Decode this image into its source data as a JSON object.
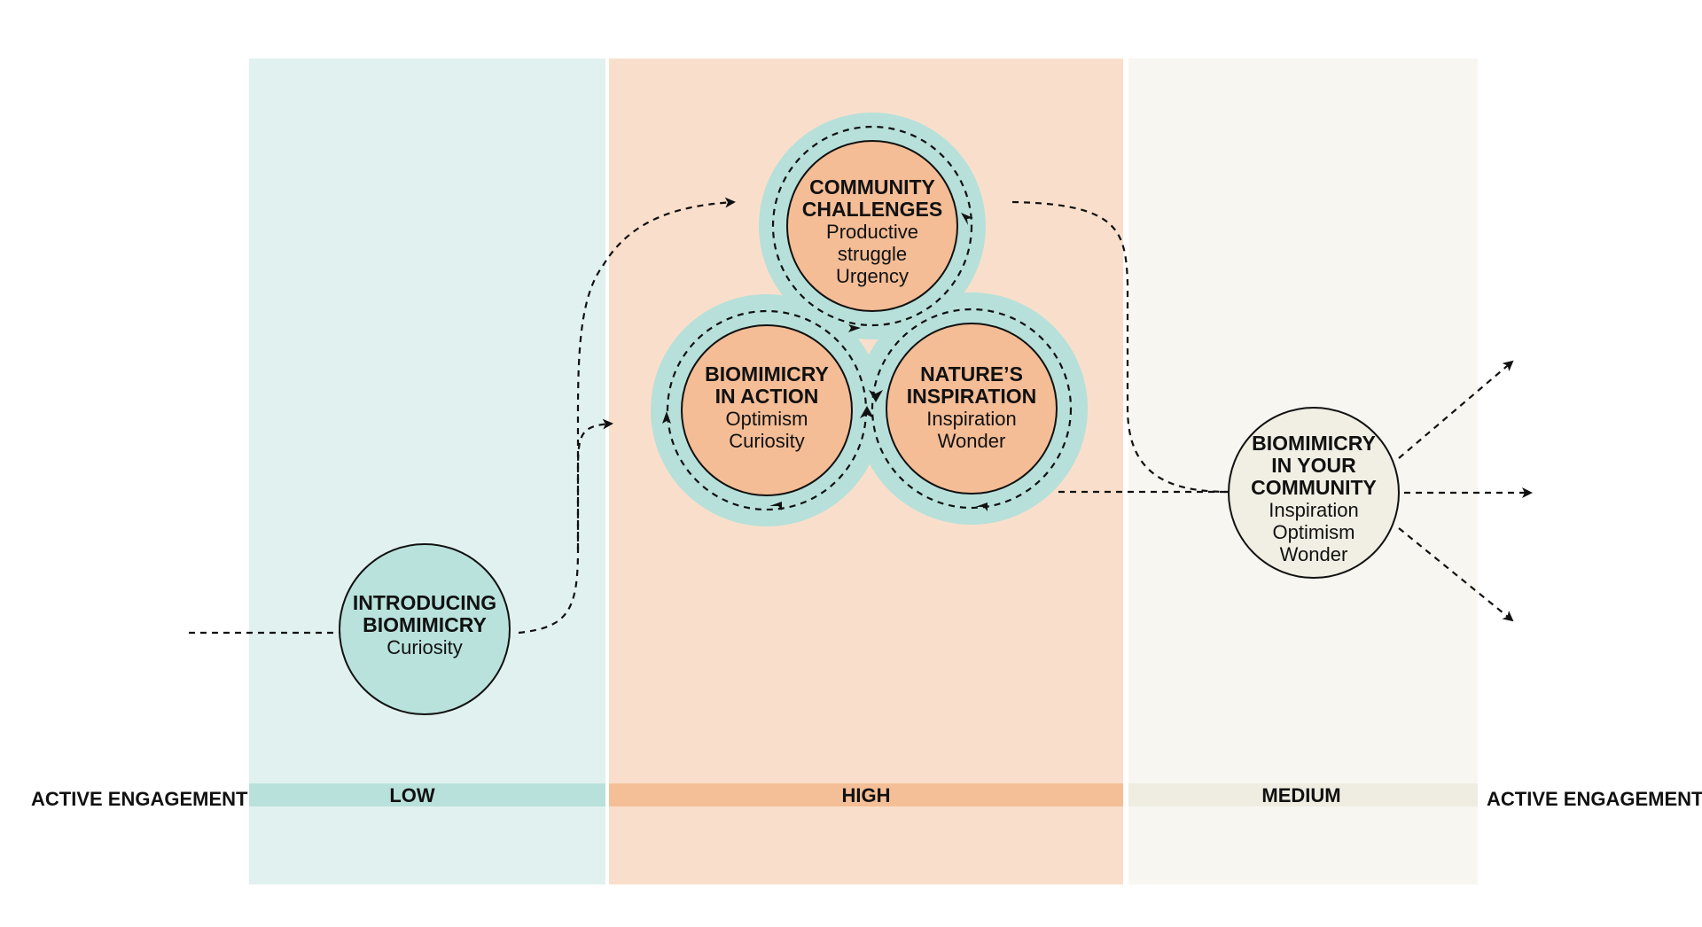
{
  "colors": {
    "low_bg": "#e1f1ef",
    "low_band": "#b9e1db",
    "high_bg": "#f9dfcb",
    "high_band": "#f4bf97",
    "medium_bg": "#f7f6f1",
    "medium_band": "#efede1",
    "ring": "#b7e0da",
    "orange_node": "#f4bd96",
    "teal_node": "#b9e2dd",
    "cream_node": "#f1efe4",
    "stroke": "#111111"
  },
  "axis": {
    "left_label": "ACTIVE ENGAGEMENT",
    "right_label": "ACTIVE ENGAGEMENT"
  },
  "bands": {
    "low": "LOW",
    "high": "HIGH",
    "medium": "MEDIUM"
  },
  "nodes": {
    "introducing": {
      "title_lines": [
        "INTRODUCING",
        "BIOMIMICRY"
      ],
      "sub_lines": [
        "Curiosity"
      ]
    },
    "community_challenges": {
      "title_lines": [
        "COMMUNITY",
        "CHALLENGES"
      ],
      "sub_lines": [
        "Productive",
        "struggle",
        "Urgency"
      ]
    },
    "biomimicry_action": {
      "title_lines": [
        "BIOMIMICRY",
        "IN ACTION"
      ],
      "sub_lines": [
        "Optimism",
        "Curiosity"
      ]
    },
    "natures_inspiration": {
      "title_lines": [
        "NATURE’S",
        "INSPIRATION"
      ],
      "sub_lines": [
        "Inspiration",
        "Wonder"
      ]
    },
    "your_community": {
      "title_lines": [
        "BIOMIMICRY",
        "IN YOUR",
        "COMMUNITY"
      ],
      "sub_lines": [
        "Inspiration",
        "Optimism",
        "Wonder"
      ]
    }
  }
}
